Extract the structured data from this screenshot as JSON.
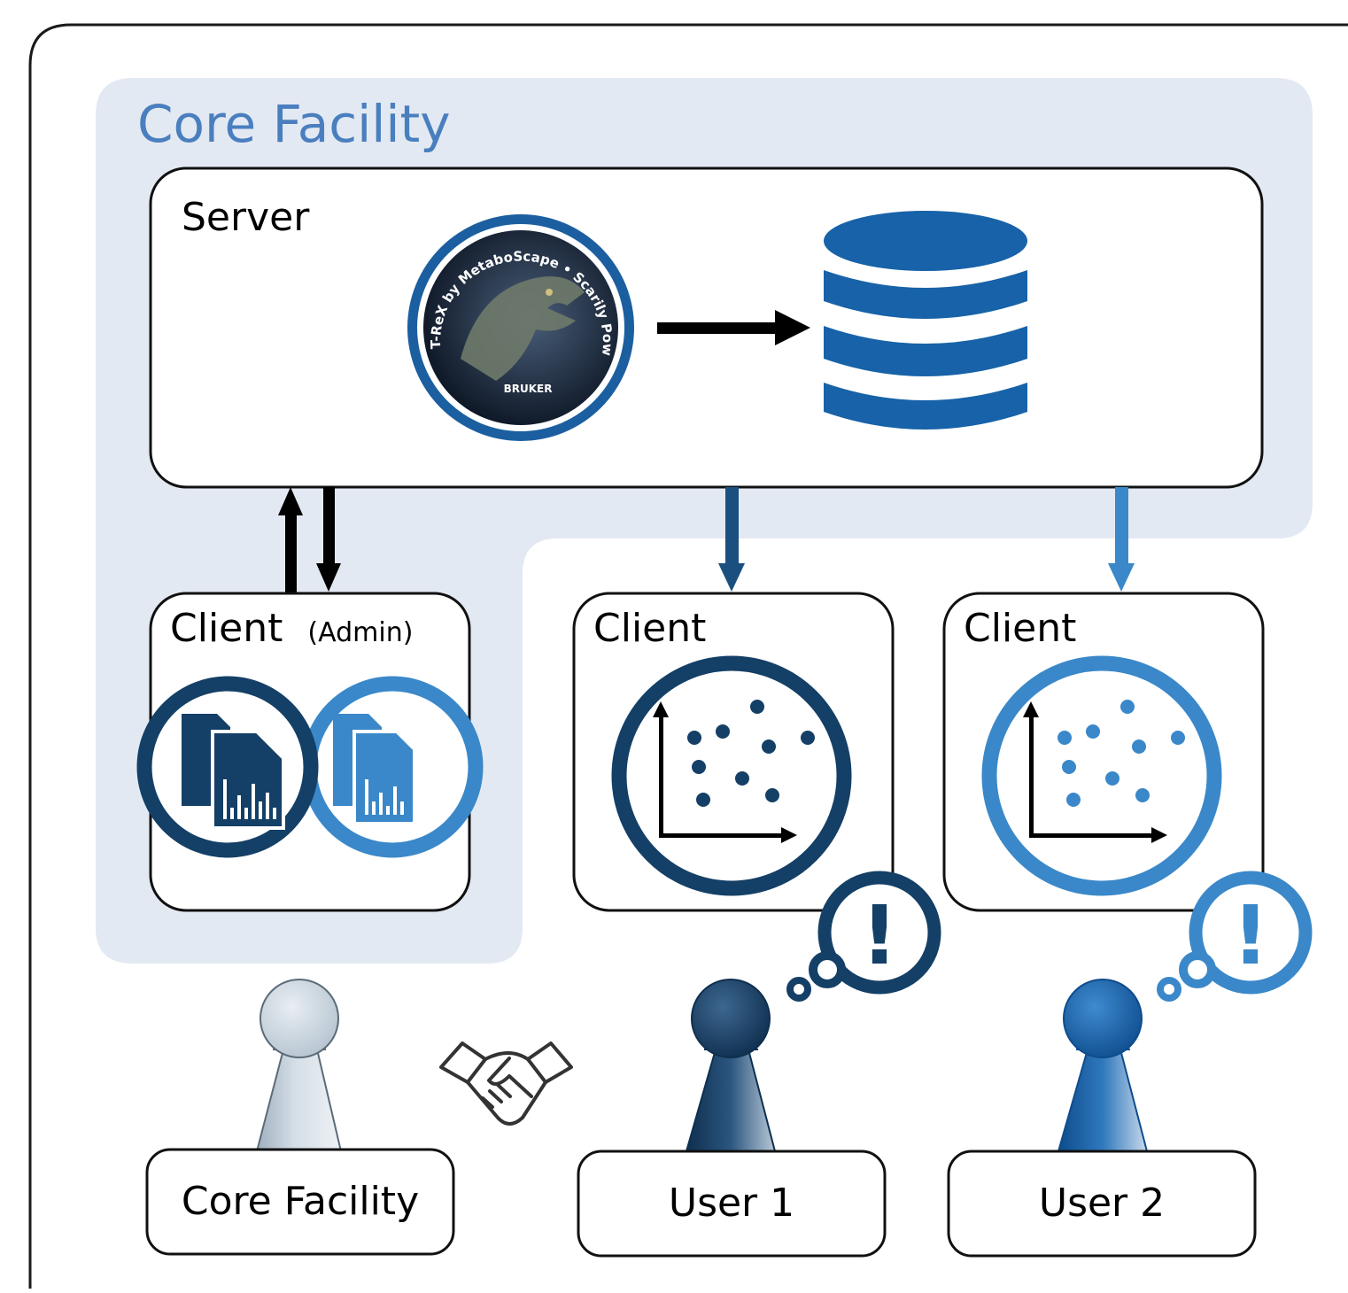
{
  "diagram": {
    "region_title": "Core Facility",
    "server_label": "Server",
    "logo": {
      "ring_text": "T-ReX by MetaboScape • Scarily Powerful",
      "brand": "BRUKER"
    },
    "clients": [
      {
        "label": "Client",
        "qualifier": "(Admin)"
      },
      {
        "label": "Client",
        "qualifier": ""
      },
      {
        "label": "Client",
        "qualifier": ""
      }
    ],
    "people": [
      {
        "label": "Core Facility"
      },
      {
        "label": "User 1"
      },
      {
        "label": "User 2"
      }
    ],
    "thought_symbol": "!",
    "icons": [
      "database-icon",
      "document-chart-icon",
      "scatter-plot-icon",
      "handshake-icon",
      "person-pawn-icon",
      "thought-bubble-icon"
    ],
    "colors": {
      "core_region": "#e3e9f2",
      "core_title": "#4a7fbf",
      "dark_blue": "#143f66",
      "mid_blue": "#1b5fa0",
      "light_blue": "#3a88c9",
      "database_blue": "#1762a8",
      "grey_pawn": "#c6d2dc"
    }
  }
}
